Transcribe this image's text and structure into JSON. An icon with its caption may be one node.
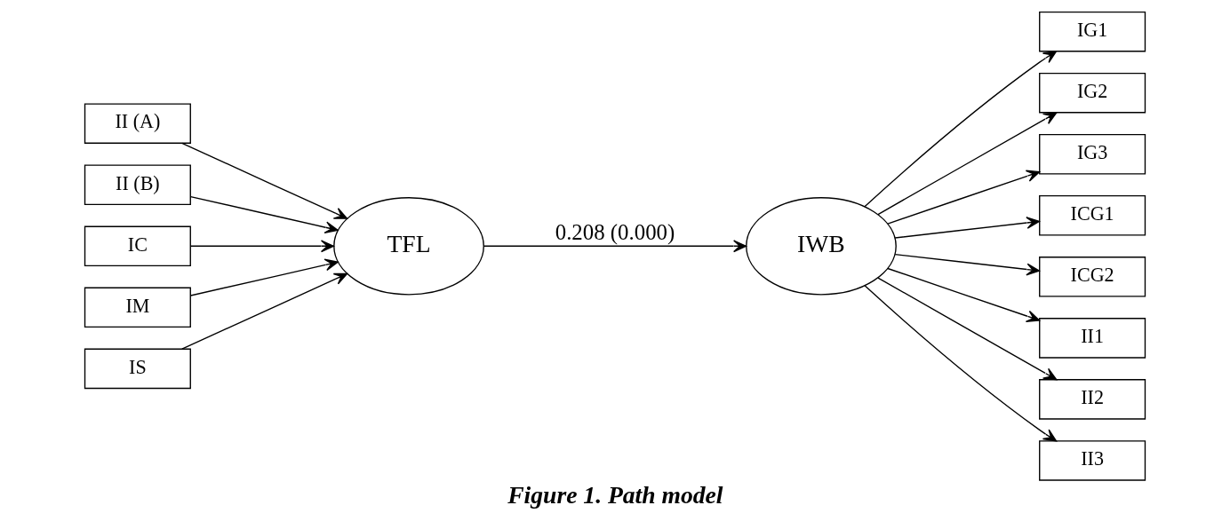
{
  "diagram": {
    "caption": "Figure 1. Path model",
    "nodes": [
      {
        "text": [
          "II (A)"
        ]
      },
      {
        "text": [
          "II (B)"
        ]
      },
      {
        "text": [
          "IC"
        ]
      },
      {
        "text": [
          "IM"
        ]
      },
      {
        "text": [
          "IS"
        ]
      },
      {
        "text": [
          "TFL"
        ]
      },
      {
        "text": [
          "IWB"
        ]
      },
      {
        "text": [
          "IG1"
        ]
      },
      {
        "text": [
          "IG2"
        ]
      },
      {
        "text": [
          "IG3"
        ]
      },
      {
        "text": [
          "ICG1"
        ]
      },
      {
        "text": [
          "ICG2"
        ]
      },
      {
        "text": [
          "II1"
        ]
      },
      {
        "text": [
          "II2"
        ]
      },
      {
        "text": [
          "II3"
        ]
      }
    ],
    "edges": [
      {
        "from": 0,
        "to": 5,
        "arrow": "to"
      },
      {
        "from": 1,
        "to": 5,
        "arrow": "to"
      },
      {
        "from": 2,
        "to": 5,
        "arrow": "to"
      },
      {
        "from": 3,
        "to": 5,
        "arrow": "to"
      },
      {
        "from": 4,
        "to": 5,
        "arrow": "to"
      },
      {
        "from": 5,
        "to": 6,
        "arrow": "to",
        "label": "0.208 (0.000)"
      },
      {
        "from": 6,
        "to": 7,
        "arrow": "to"
      },
      {
        "from": 6,
        "to": 8,
        "arrow": "to"
      },
      {
        "from": 6,
        "to": 9,
        "arrow": "to"
      },
      {
        "from": 6,
        "to": 10,
        "arrow": "to"
      },
      {
        "from": 6,
        "to": 11,
        "arrow": "to"
      },
      {
        "from": 6,
        "to": 12,
        "arrow": "to"
      },
      {
        "from": 6,
        "to": 13,
        "arrow": "to"
      },
      {
        "from": 6,
        "to": 14,
        "arrow": "to"
      }
    ]
  }
}
